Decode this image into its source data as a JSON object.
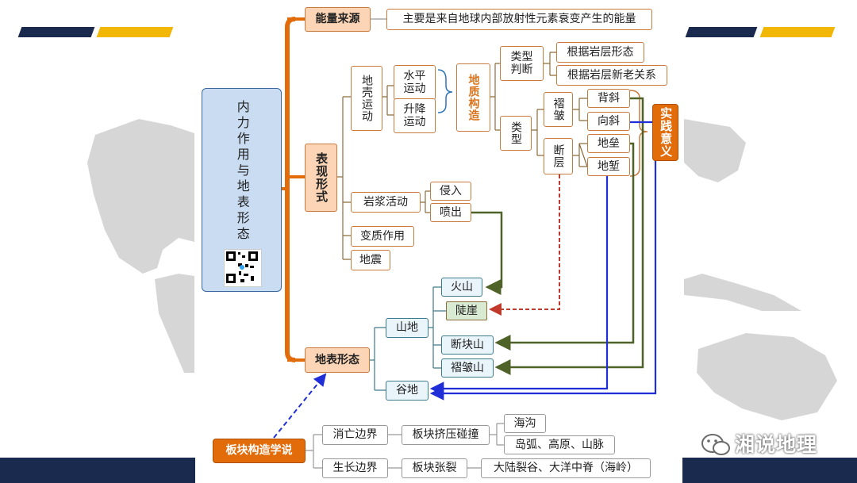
{
  "root": {
    "label": "内力作用与地表形态"
  },
  "energy": {
    "label": "能量来源",
    "description": "主要是来自地球内部放射性元素衰变产生的能量"
  },
  "forms": {
    "label": "表现形式",
    "crust": {
      "label": "地壳运动",
      "horizontal": "水平运动",
      "vertical": "升降运动"
    },
    "geo_structure": {
      "label": "地质构造",
      "judgement": {
        "label": "类型判断",
        "by_shape": "根据岩层形态",
        "by_age": "根据岩层新老关系"
      },
      "types": {
        "label": "类型",
        "fold": {
          "label": "褶皱",
          "anticline": "背斜",
          "syncline": "向斜"
        },
        "fault": {
          "label": "断层",
          "horst": "地垒",
          "graben": "地堑"
        }
      }
    },
    "magma": {
      "label": "岩浆活动",
      "intrusion": "侵入",
      "eruption": "喷出"
    },
    "metamorphism": "变质作用",
    "earthquake": "地震"
  },
  "practical": {
    "label": "实践意义"
  },
  "landforms": {
    "label": "地表形态",
    "mountain": {
      "label": "山地",
      "volcano": "火山",
      "cliff": "陡崖",
      "fault_block": "断块山",
      "fold_mountain": "褶皱山"
    },
    "valley": "谷地"
  },
  "plate": {
    "label": "板块构造学说",
    "destructive": {
      "label": "消亡边界",
      "process": "板块挤压碰撞",
      "results": [
        "海沟",
        "岛弧、高原、山脉"
      ]
    },
    "constructive": {
      "label": "生长边界",
      "process": "板块张裂",
      "result": "大陆裂谷、大洋中脊（海岭）"
    }
  },
  "watermark": "湘说地理",
  "colors": {
    "navy": "#1a2a4f",
    "gold": "#f2b705",
    "orange": "#e26b0a",
    "green_arrow": "#4f6228",
    "blue_arrow": "#1f2ed6",
    "red_arrow": "#c0392b"
  }
}
